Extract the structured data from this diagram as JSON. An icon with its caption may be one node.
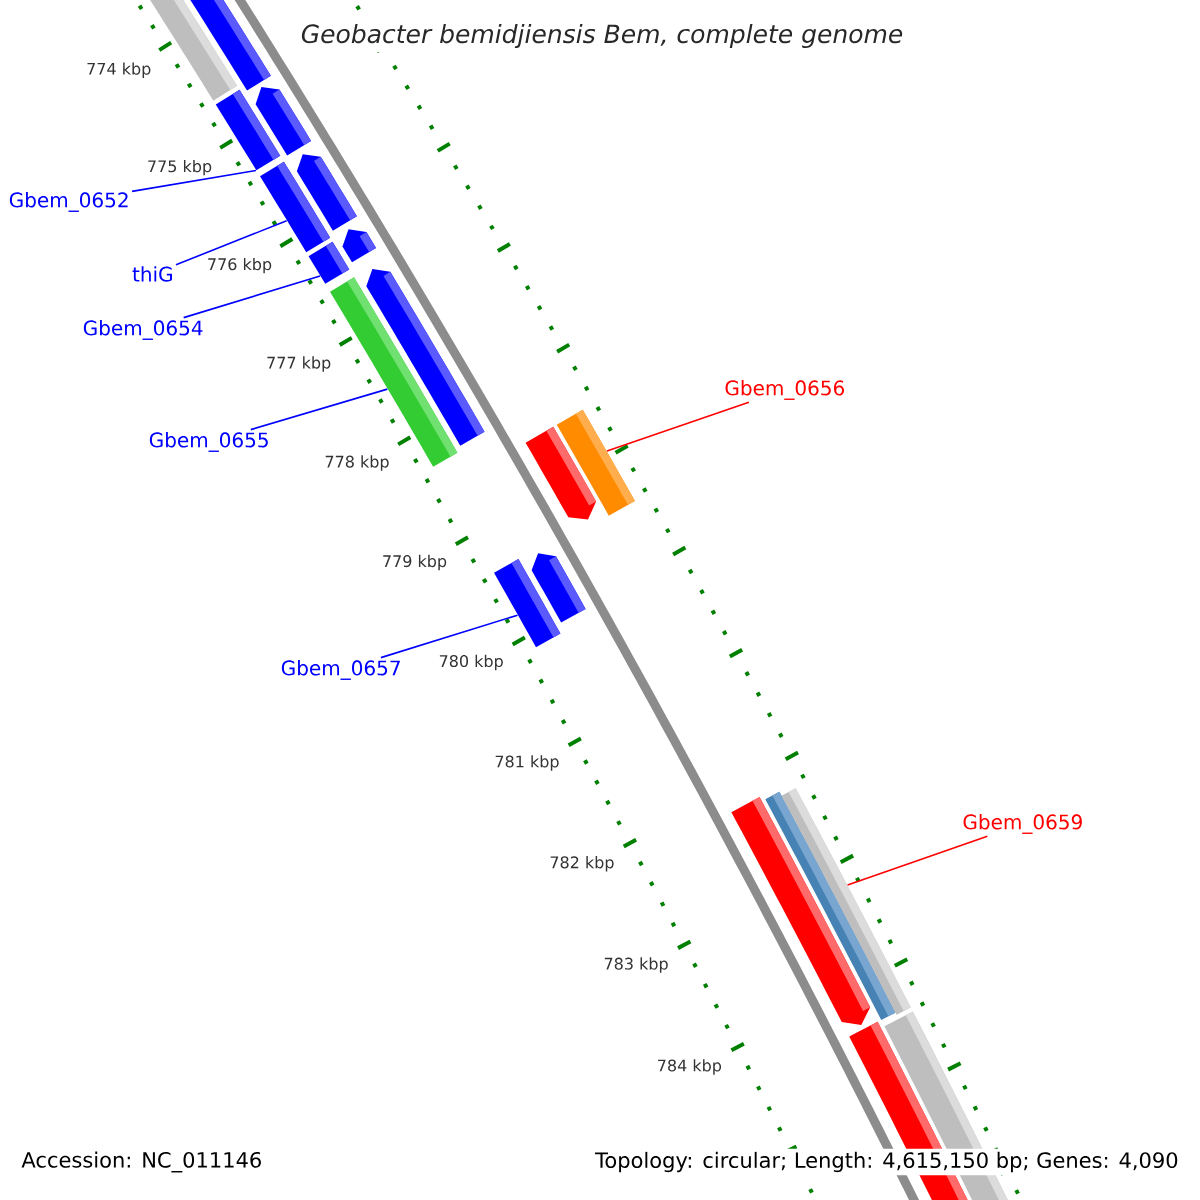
{
  "diagram": {
    "title": "Geobacter bemidjiensis Bem, complete genome",
    "nodes": [
      {
        "text": [
          "Gbem_0652"
        ]
      },
      {
        "text": [
          "thiG"
        ]
      },
      {
        "text": [
          "Gbem_0654"
        ]
      },
      {
        "text": [
          "Gbem_0656"
        ]
      },
      {
        "text": [
          "Gbem_0655"
        ]
      },
      {
        "text": [
          "Gbem_0657"
        ]
      },
      {
        "text": [
          "Gbem_0659"
        ]
      },
      {
        "text": [],
        "shape": "bar"
      },
      {
        "text": [],
        "shape": "bar"
      },
      {
        "text": [],
        "shape": "bar"
      },
      {
        "text": [],
        "shape": "bar"
      },
      {
        "text": [],
        "shape": "bar"
      },
      {
        "text": [],
        "shape": "bar"
      },
      {
        "text": [],
        "shape": "bar"
      }
    ],
    "edges": [
      {
        "from": 0,
        "to": 7,
        "arrow": "none"
      },
      {
        "from": 1,
        "to": 8,
        "arrow": "none"
      },
      {
        "from": 2,
        "to": 9,
        "arrow": "none"
      },
      {
        "from": 3,
        "to": 11,
        "arrow": "none",
        "color": "#ff0000"
      },
      {
        "from": 4,
        "to": 10,
        "arrow": "none"
      },
      {
        "from": 5,
        "to": 12,
        "arrow": "none"
      },
      {
        "from": 6,
        "to": 13,
        "arrow": "none",
        "color": "#ff0000"
      }
    ],
    "labels": [
      "774 kbp",
      "775 kbp",
      "776 kbp",
      "777 kbp",
      "778 kbp",
      "779 kbp",
      "780 kbp",
      "781 kbp",
      "782 kbp",
      "783 kbp",
      "784 kbp",
      "Accession: NC_011146",
      "Topology: circular; Length: 4,615,150 bp; Genes: 4,090"
    ]
  }
}
